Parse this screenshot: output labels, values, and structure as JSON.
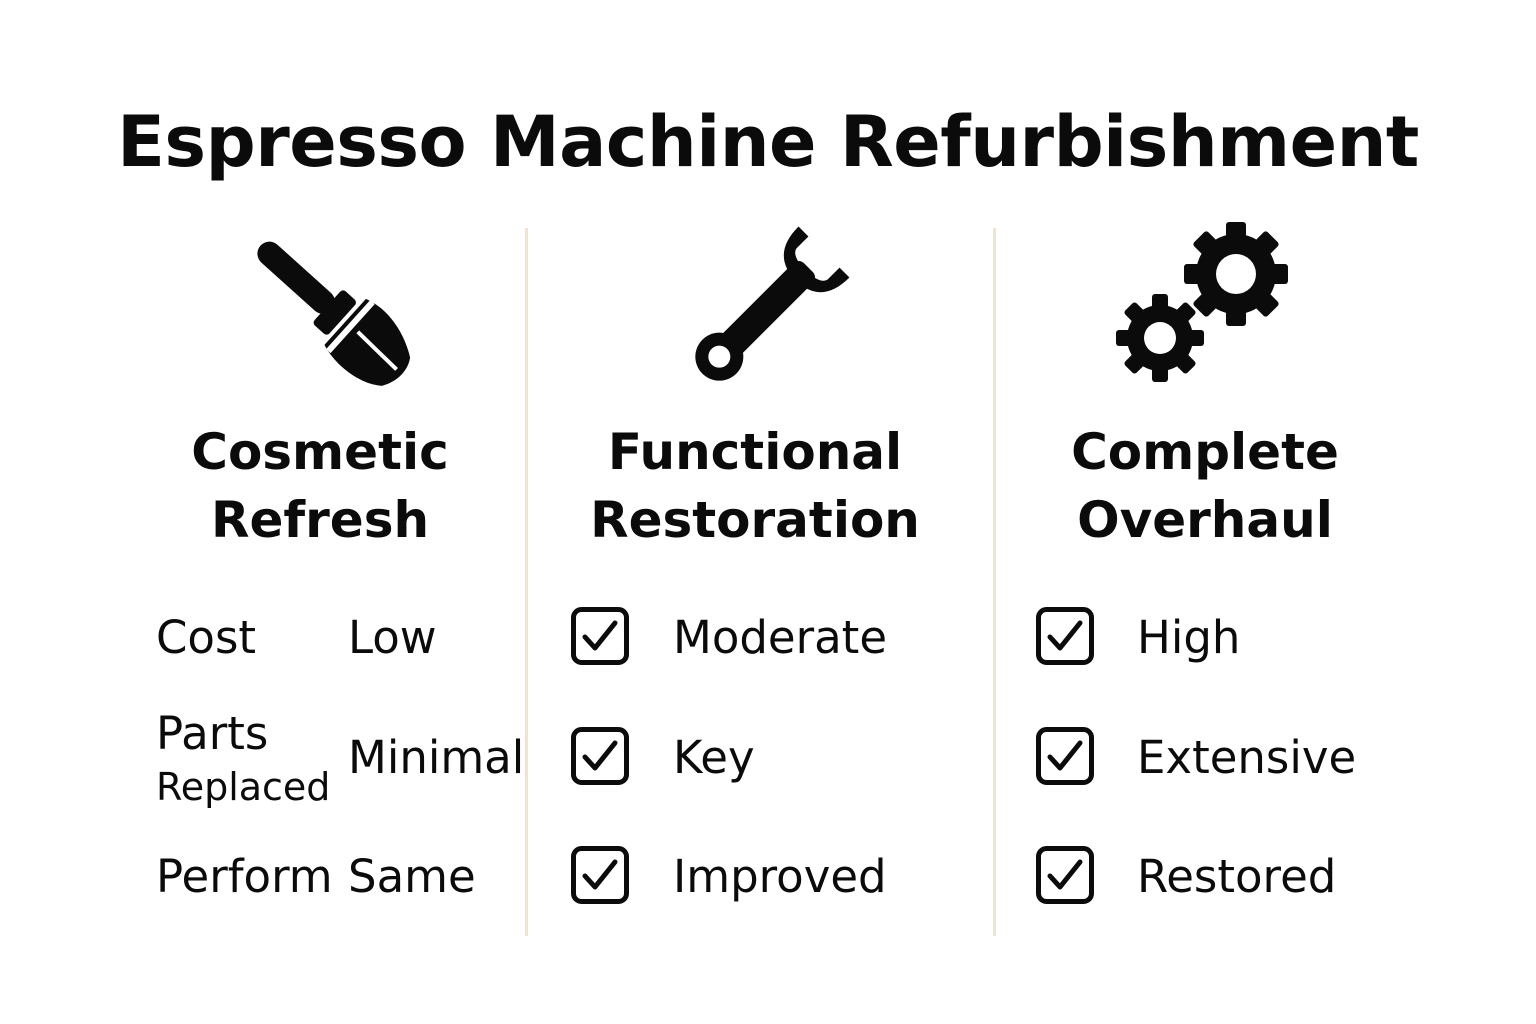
{
  "title": "Espresso Machine Refurbishment",
  "columns": [
    {
      "icon": "paintbrush-icon",
      "title_line1": "Cosmetic",
      "title_line2": "Refresh",
      "rows": [
        {
          "label": "Cost",
          "value": "Low"
        },
        {
          "label_line1": "Parts",
          "label_line2": "Replaced",
          "value": "Minimal"
        },
        {
          "label": "Perform",
          "value": "Same"
        }
      ]
    },
    {
      "icon": "wrench-icon",
      "title_line1": "Functional",
      "title_line2": "Restoration",
      "rows": [
        {
          "checked": true,
          "value": "Moderate"
        },
        {
          "checked": true,
          "value": "Key"
        },
        {
          "checked": true,
          "value": "Improved"
        }
      ]
    },
    {
      "icon": "gears-icon",
      "title_line1": "Complete",
      "title_line2": "Overhaul",
      "rows": [
        {
          "checked": true,
          "value": "High"
        },
        {
          "checked": true,
          "value": "Extensive"
        },
        {
          "checked": true,
          "value": "Restored"
        }
      ]
    }
  ],
  "colors": {
    "ink": "#0b0b0b",
    "divider": "#f1e3cd",
    "background": "#ffffff"
  }
}
